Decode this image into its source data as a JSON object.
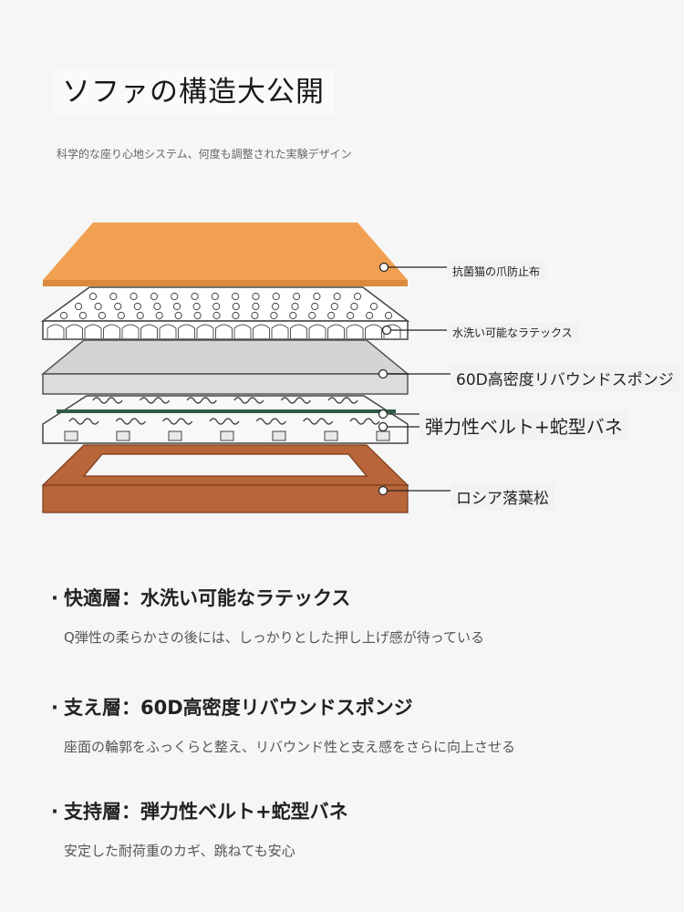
{
  "header": {
    "title": "ソファの構造大公開",
    "subtitle": "科学的な座り心地システム、何度も調整された実験デザイン"
  },
  "layers": [
    {
      "label": "抗菌猫の爪防止布",
      "color": "#f0a050"
    },
    {
      "label": "水洗い可能なラテックス",
      "color": "#ffffff"
    },
    {
      "label": "60D高密度リバウンドスポンジ",
      "color": "#d4d4d4"
    },
    {
      "label": "弾力性ベルト+蛇型バネ",
      "color": "#2f5a44"
    },
    {
      "label": "ロシア落葉松",
      "color": "#b8653a"
    }
  ],
  "features": [
    {
      "bullet": "·",
      "title": "快適層：水洗い可能なラテックス",
      "desc": "Q弾性の柔らかさの後には、しっかりとした押し上げ感が待っている"
    },
    {
      "bullet": "·",
      "title": "支え層：60D高密度リバウンドスポンジ",
      "desc": "座面の輪郭をふっくらと整え、リバウンド性と支え感をさらに向上させる"
    },
    {
      "bullet": "·",
      "title": "支持層：弾力性ベルト+蛇型バネ",
      "desc": "安定した耐荷重のカギ、跳ねても安心"
    }
  ]
}
